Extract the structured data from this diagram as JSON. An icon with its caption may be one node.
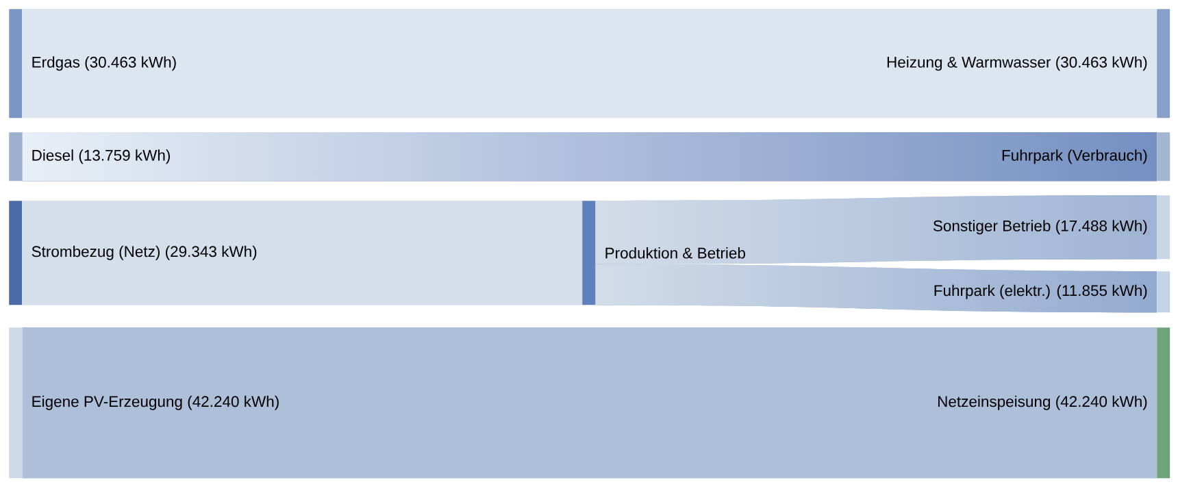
{
  "diagram": {
    "nodes": [
      {
        "text": [
          "Erdgas (30.463 kWh)"
        ]
      },
      {
        "text": [
          "Heizung & Warmwasser (30.463 kWh)"
        ]
      },
      {
        "text": [
          "Diesel (13.759 kWh)"
        ]
      },
      {
        "text": [
          "Fuhrpark (Verbrauch)"
        ]
      },
      {
        "text": [
          "Strombezug (Netz) (29.343 kWh)"
        ]
      },
      {
        "text": [
          "Produktion & Betrieb"
        ]
      },
      {
        "text": [
          "Sonstiger Betrieb (17.488 kWh)"
        ]
      },
      {
        "text": [
          "Fuhrpark (elektr.) (11.855 kWh)"
        ]
      },
      {
        "text": [
          "Eigene PV-Erzeugung (42.240 kWh)"
        ]
      },
      {
        "text": [
          "Netzeinspeisung (42.240 kWh)"
        ]
      }
    ],
    "edges": [
      {
        "from": 0,
        "to": 1,
        "arrow": "none",
        "color": "#dde6f0"
      },
      {
        "from": 2,
        "to": 3,
        "arrow": "none",
        "color": "#7590c2"
      },
      {
        "from": 4,
        "to": 5,
        "arrow": "none",
        "color": "#d4dfeb"
      },
      {
        "from": 5,
        "to": 6,
        "arrow": "none",
        "color": "#9fb4d4"
      },
      {
        "from": 5,
        "to": 7,
        "arrow": "none",
        "color": "#93abd0"
      },
      {
        "from": 8,
        "to": 9,
        "arrow": "none",
        "color": "#aebfd9"
      }
    ]
  }
}
